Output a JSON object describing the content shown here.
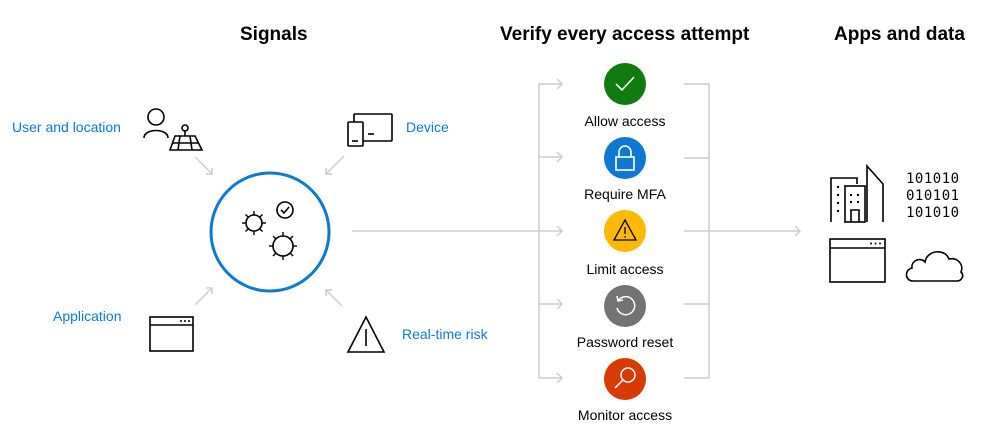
{
  "headings": {
    "signals": "Signals",
    "verify": "Verify every access attempt",
    "apps": "Apps and data"
  },
  "signals": [
    {
      "label": "User and location",
      "icon": "user-location-icon"
    },
    {
      "label": "Device",
      "icon": "device-icon"
    },
    {
      "label": "Application",
      "icon": "application-window-icon"
    },
    {
      "label": "Real-time risk",
      "icon": "warning-triangle-icon"
    }
  ],
  "hub": {
    "icon": "policy-engine-gears-icon"
  },
  "actions": [
    {
      "label": "Allow access",
      "icon": "checkmark-icon",
      "color": "#107c10"
    },
    {
      "label": "Require MFA",
      "icon": "lock-icon",
      "color": "#0f78d4"
    },
    {
      "label": "Limit access",
      "icon": "warning-icon",
      "color": "#ffb900"
    },
    {
      "label": "Password reset",
      "icon": "reset-icon",
      "color": "#737373"
    },
    {
      "label": "Monitor access",
      "icon": "search-icon",
      "color": "#d83b01"
    }
  ],
  "apps": [
    {
      "icon": "buildings-icon"
    },
    {
      "icon": "binary-data-icon",
      "lines": [
        "101010",
        "010101",
        "101010"
      ]
    },
    {
      "icon": "app-window-icon"
    },
    {
      "icon": "cloud-icon"
    }
  ],
  "colors": {
    "accent": "#0f78d4",
    "connector": "#c8c8c8"
  }
}
